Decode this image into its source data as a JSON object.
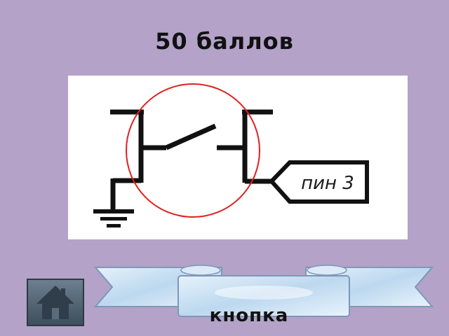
{
  "header": {
    "title": "50 баллов"
  },
  "diagram": {
    "pin_label": "пин 3"
  },
  "answer": {
    "label": "кнопка"
  },
  "colors": {
    "background": "#b4a2c8",
    "highlight_circle": "#e02020",
    "banner": "#cfe3f4",
    "home_button": "#4f6270"
  },
  "icons": {
    "home": "home-icon",
    "ground": "ground-icon"
  }
}
